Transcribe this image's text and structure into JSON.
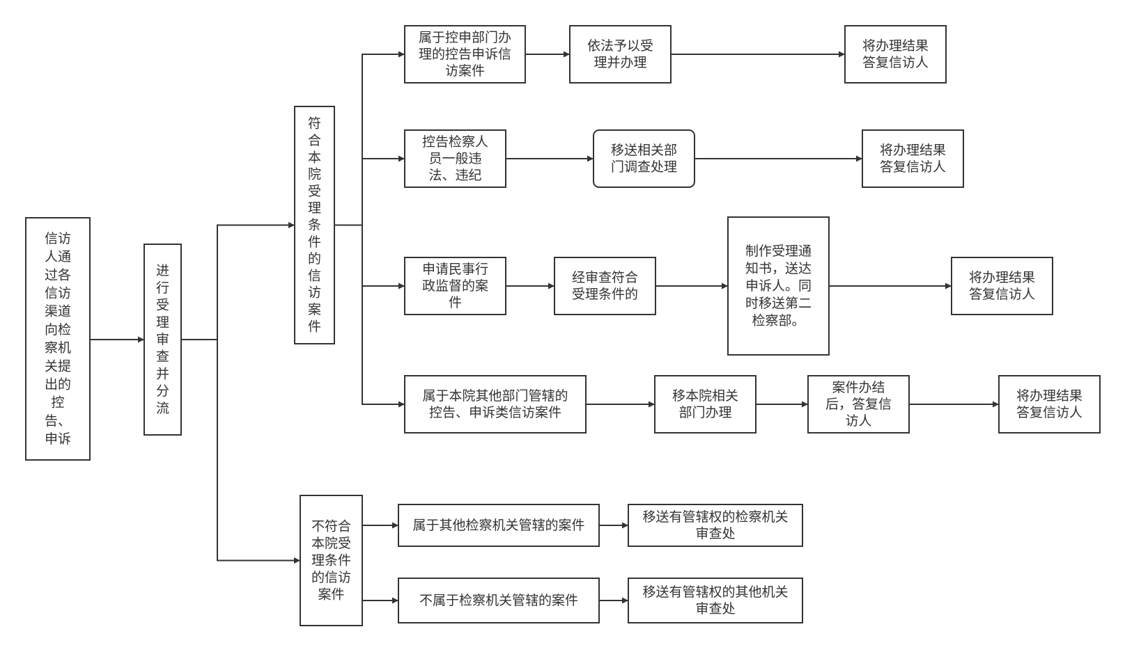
{
  "nodes": [
    {
      "id": "n1",
      "lines": [
        "信访",
        "人通",
        "过各",
        "信访",
        "渠道",
        "向检",
        "察机",
        "关提",
        "出的",
        "控",
        "告、",
        "申诉"
      ]
    },
    {
      "id": "n2",
      "lines": [
        "进",
        "行",
        "受",
        "理",
        "审",
        "查",
        "并",
        "分",
        "流"
      ]
    },
    {
      "id": "n3",
      "lines": [
        "符",
        "合",
        "本",
        "院",
        "受",
        "理",
        "条",
        "件",
        "的",
        "信",
        "访",
        "案",
        "件"
      ]
    },
    {
      "id": "n4",
      "lines": [
        "不符合",
        "本院受",
        "理条件",
        "的信访",
        "案件"
      ]
    },
    {
      "id": "n5",
      "lines": [
        "属于控申部门办",
        "理的控告申诉信",
        "访案件"
      ]
    },
    {
      "id": "n6",
      "lines": [
        "依法予以受",
        "理并办理"
      ]
    },
    {
      "id": "n7",
      "lines": [
        "将办理结果",
        "答复信访人"
      ]
    },
    {
      "id": "n8",
      "lines": [
        "控告检察人",
        "员一般违",
        "法、违纪"
      ]
    },
    {
      "id": "n9",
      "lines": [
        "移送相关部",
        "门调查处理"
      ]
    },
    {
      "id": "n10",
      "lines": [
        "将办理结果",
        "答复信访人"
      ]
    },
    {
      "id": "n11",
      "lines": [
        "申请民事行",
        "政监督的案",
        "件"
      ]
    },
    {
      "id": "n12",
      "lines": [
        "经审查符合",
        "受理条件的"
      ]
    },
    {
      "id": "n13",
      "lines": [
        "制作受理通",
        "知书，送达",
        "申诉人。同",
        "时移送第二",
        "检察部。"
      ]
    },
    {
      "id": "n14",
      "lines": [
        "将办理结果",
        "答复信访人"
      ]
    },
    {
      "id": "n15",
      "lines": [
        "属于本院其他部门管辖的",
        "控告、申诉类信访案件"
      ]
    },
    {
      "id": "n16",
      "lines": [
        "移本院相关",
        "部门办理"
      ]
    },
    {
      "id": "n17",
      "lines": [
        "案件办结",
        "后，答复信",
        "访人"
      ]
    },
    {
      "id": "n18",
      "lines": [
        "将办理结果",
        "答复信访人"
      ]
    },
    {
      "id": "n19",
      "lines": [
        "属于其他检察机关管辖的案件"
      ]
    },
    {
      "id": "n20",
      "lines": [
        "移送有管辖权的检察机关",
        "审查处"
      ]
    },
    {
      "id": "n21",
      "lines": [
        "不属于检察机关管辖的案件"
      ]
    },
    {
      "id": "n22",
      "lines": [
        "移送有管辖权的其他机关",
        "审查处"
      ]
    }
  ],
  "edges": [
    [
      "n1",
      "n2"
    ],
    [
      "n2",
      "n3"
    ],
    [
      "n2",
      "n4"
    ],
    [
      "n3",
      "n5"
    ],
    [
      "n3",
      "n8"
    ],
    [
      "n3",
      "n11"
    ],
    [
      "n3",
      "n15"
    ],
    [
      "n5",
      "n6"
    ],
    [
      "n6",
      "n7"
    ],
    [
      "n8",
      "n9"
    ],
    [
      "n9",
      "n10"
    ],
    [
      "n11",
      "n12"
    ],
    [
      "n12",
      "n13"
    ],
    [
      "n13",
      "n14"
    ],
    [
      "n15",
      "n16"
    ],
    [
      "n16",
      "n17"
    ],
    [
      "n17",
      "n18"
    ],
    [
      "n4",
      "n19"
    ],
    [
      "n19",
      "n20"
    ],
    [
      "n4",
      "n21"
    ],
    [
      "n21",
      "n22"
    ]
  ],
  "colors": {
    "stroke": "#333333",
    "text": "#333333",
    "background": "#ffffff"
  }
}
